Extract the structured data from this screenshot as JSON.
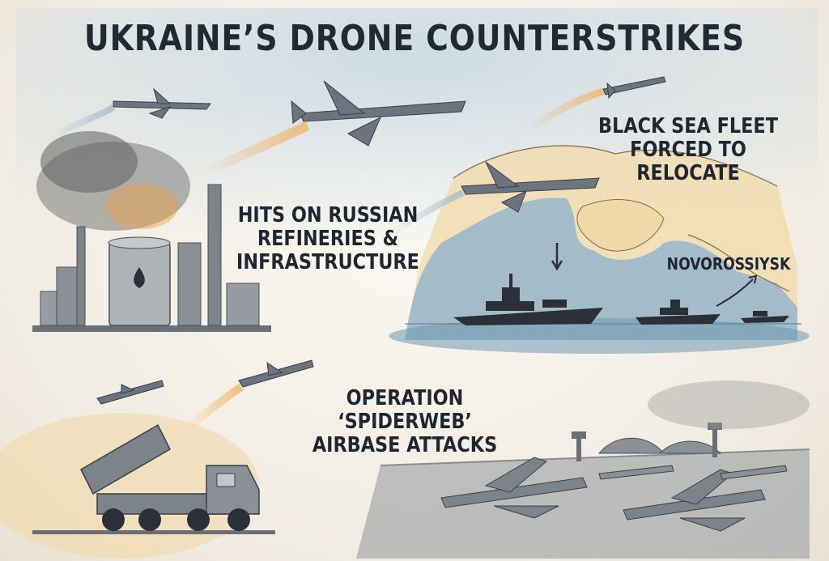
{
  "title": "UKRAINE’S DRONE COUNTERSTRIKES",
  "captions": {
    "refineries": [
      "HITS ON RUSSIAN",
      "REFINERIES &",
      "INFRASTRUCTURE"
    ],
    "fleet": [
      "BLACK SEA FLEET",
      "FORCED TO RELOCATE"
    ],
    "novorossiysk": "NOVOROSSIYSK",
    "spiderweb": [
      "OPERATION ‘SPIDERWEB’",
      "AIRBASE ATTACKS"
    ]
  },
  "colors": {
    "ink": "#1f2a33",
    "sea": "#8fb3cc",
    "land": "#f1d9a8",
    "smoke": "#6e6e6e",
    "fire": "#f0a040",
    "sky_wash": "#c9d9e4"
  }
}
